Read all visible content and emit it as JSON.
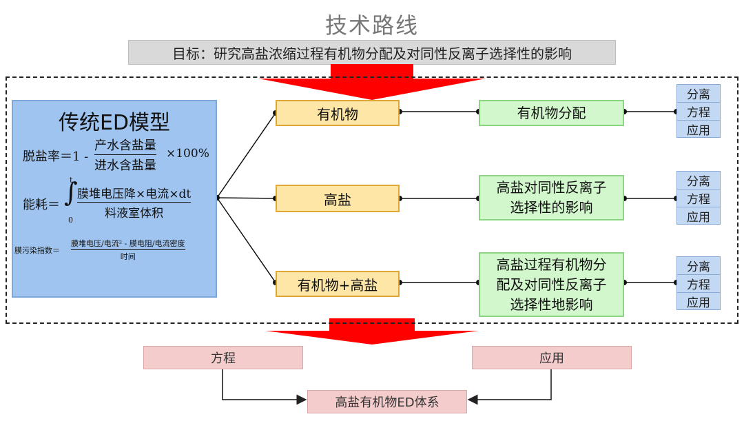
{
  "title": "技术路线",
  "goal": "目标：研究高盐浓缩过程有机物分配及对同性反离子选择性的影响",
  "model": {
    "title": "传统ED模型",
    "f1_label": "脱盐率＝1 -",
    "f1_num": "产水含盐量",
    "f1_den": "进水含盐量",
    "f1_suffix": "×100%",
    "f2_label": "能耗＝",
    "f2_upper": "t",
    "f2_lower": "0",
    "f2_num": "膜堆电压降×电流×dt",
    "f2_den": "料液室体积",
    "f3_label": "膜污染指数＝",
    "f3_num": "膜堆电压/电流² - 膜电阻/电流密度",
    "f3_den": "时间"
  },
  "nodes": {
    "organic": "有机物",
    "high_salt": "高盐",
    "organic_salt": "有机物+高盐"
  },
  "results": {
    "r1": "有机物分配",
    "r2_l1": "高盐对同性反离子",
    "r2_l2": "选择性的影响",
    "r3_l1": "高盐过程有机物分",
    "r3_l2": "配及对同性反离子",
    "r3_l3": "选择性地影响"
  },
  "stacks": [
    [
      "分离",
      "方程",
      "应用"
    ],
    [
      "分离",
      "方程",
      "应用"
    ],
    [
      "分离",
      "方程",
      "应用"
    ]
  ],
  "bottom": {
    "left": "方程",
    "right": "应用",
    "center": "高盐有机物ED体系"
  },
  "colors": {
    "arrow": "#ff0000",
    "model_fill": "#9fc4ef",
    "node_fill": "#fde6a6",
    "result_fill": "#d2f7cc",
    "bottom_fill": "#f4cccc"
  }
}
